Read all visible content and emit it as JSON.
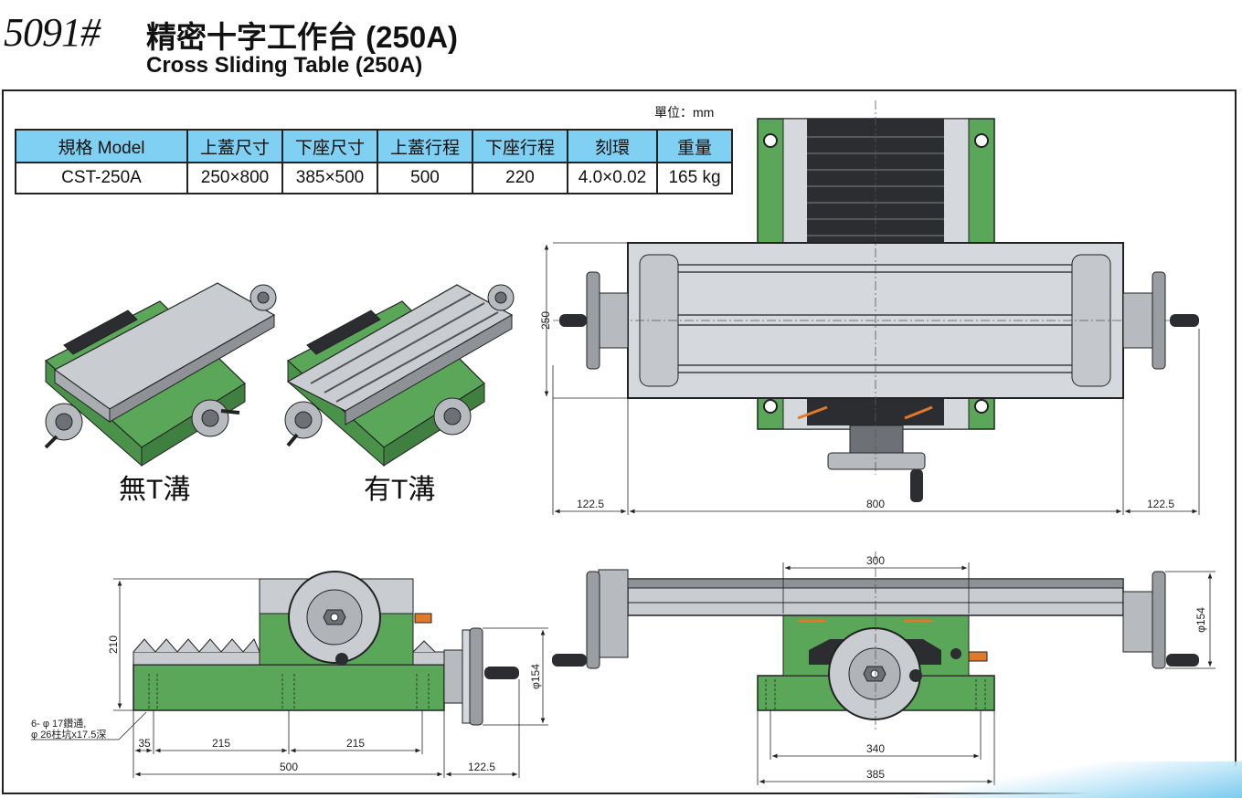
{
  "header": {
    "model_no": "5091#",
    "title_zh": "精密十字工作台 (250A)",
    "title_en": "Cross Sliding Table (250A)"
  },
  "unit_label": "單位：mm",
  "spec_table": {
    "headers": [
      "規格 Model",
      "上蓋尺寸",
      "下座尺寸",
      "上蓋行程",
      "下座行程",
      "刻環",
      "重量"
    ],
    "row": [
      "CST-250A",
      "250×800",
      "385×500",
      "500",
      "220",
      "4.0×0.02",
      "165 kg"
    ]
  },
  "captions": {
    "no_t_slot": "無T溝",
    "with_t_slot": "有T溝"
  },
  "dimensions": {
    "top_view": {
      "height": "250",
      "left": "122.5",
      "length": "800",
      "right": "122.5"
    },
    "side_view": {
      "height": "210",
      "dia": "φ154",
      "d35": "35",
      "d215a": "215",
      "d215b": "215",
      "total": "500",
      "handle": "122.5"
    },
    "front_view": {
      "top": "300",
      "dia": "φ154",
      "inner": "340",
      "outer": "385"
    }
  },
  "hole_note": {
    "line1": "6- φ 17鑽通,",
    "line2": "φ 26柱坑x17.5深"
  },
  "colors": {
    "green": "#5ba75a",
    "steel": "#c9ccd1",
    "dark": "#2b2d31",
    "header_blue": "#7fd0f2",
    "orange": "#e07a2a"
  }
}
